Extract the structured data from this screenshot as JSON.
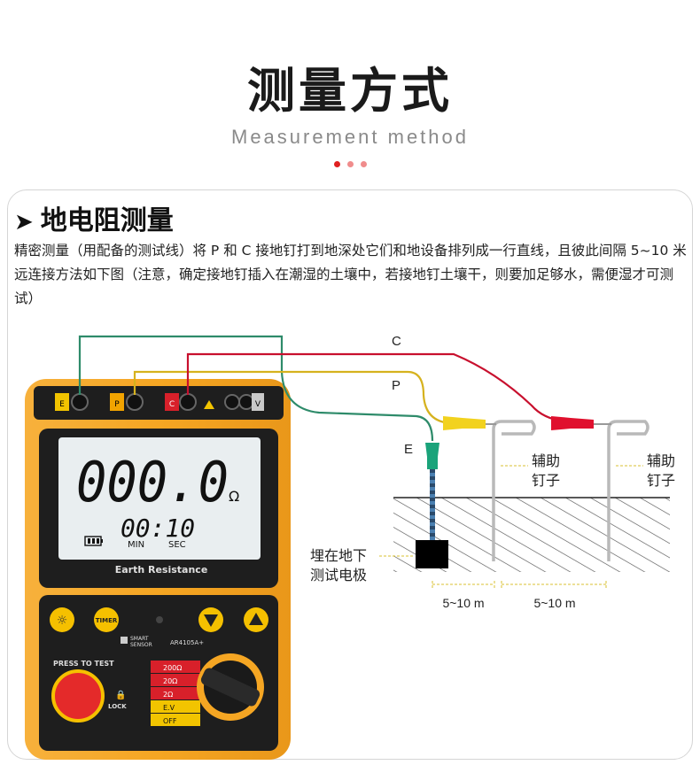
{
  "header": {
    "title": "测量方式",
    "subtitle": "Measurement method",
    "dot_colors": [
      "#e02020",
      "#f08c8c",
      "#f08c8c"
    ]
  },
  "section": {
    "arrow": "➤",
    "title": "地电阻测量",
    "description": "精密测量（用配备的测试线）将 P 和 C 接地钉打到地深处它们和地设备排列成一行直线，且彼此间隔 5~10 米远连接方法如下图（注意，确定接地钉插入在潮湿的土壤中，若接地钉土壤干，则要加足够水，需便湿才可测试）"
  },
  "meter": {
    "terminals": {
      "e": "E",
      "p": "P",
      "c": "C",
      "v": "V"
    },
    "display": {
      "main_value": "000.0",
      "unit": "Ω",
      "timer": "00:10",
      "min_label": "MIN",
      "sec_label": "SEC",
      "label": "Earth Resistance"
    },
    "buttons": {
      "timer": "TIMER",
      "press_to_test": "PRESS TO TEST",
      "lock": "LOCK"
    },
    "brand": [
      "SMART",
      "SENSOR"
    ],
    "model": "AR4105A+",
    "ranges": [
      "200Ω",
      "20Ω",
      "2Ω",
      "E.V",
      "OFF"
    ],
    "colors": {
      "body": "#f5a623",
      "panel": "#1e1e1e",
      "lcd": "#e9eef0"
    }
  },
  "diagram": {
    "labels": {
      "c": "C",
      "p": "P",
      "e": "E"
    },
    "stake_label_1": [
      "辅助",
      "钉子"
    ],
    "stake_label_2": [
      "辅助",
      "钉子"
    ],
    "buried_label": [
      "埋在地下",
      "测试电极"
    ],
    "distance_1": "5~10 m",
    "distance_2": "5~10 m",
    "wire_colors": {
      "e": "#2e8b6a",
      "p": "#d6b21e",
      "c": "#c8102e"
    }
  }
}
